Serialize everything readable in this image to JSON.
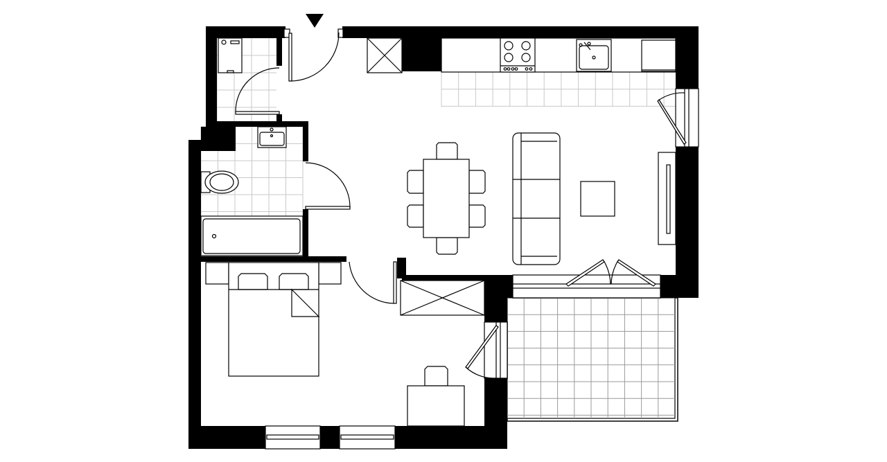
{
  "plan": {
    "colors": {
      "wall": "#000000",
      "background": "#ffffff",
      "floor_tile": "#c8c8c8",
      "balcony_tile": "#9a9a9a"
    },
    "rooms": [
      "laundry",
      "bathroom",
      "bedroom",
      "kitchen",
      "living-dining",
      "balcony",
      "hall"
    ],
    "icons": [
      "entrance-arrow-icon",
      "washing-machine-icon",
      "stove-icon",
      "sink-icon",
      "toilet-icon",
      "bathtub-icon",
      "bed-icon",
      "sofa-icon",
      "dining-table-icon",
      "tv-icon",
      "desk-icon",
      "wardrobe-icon"
    ]
  }
}
